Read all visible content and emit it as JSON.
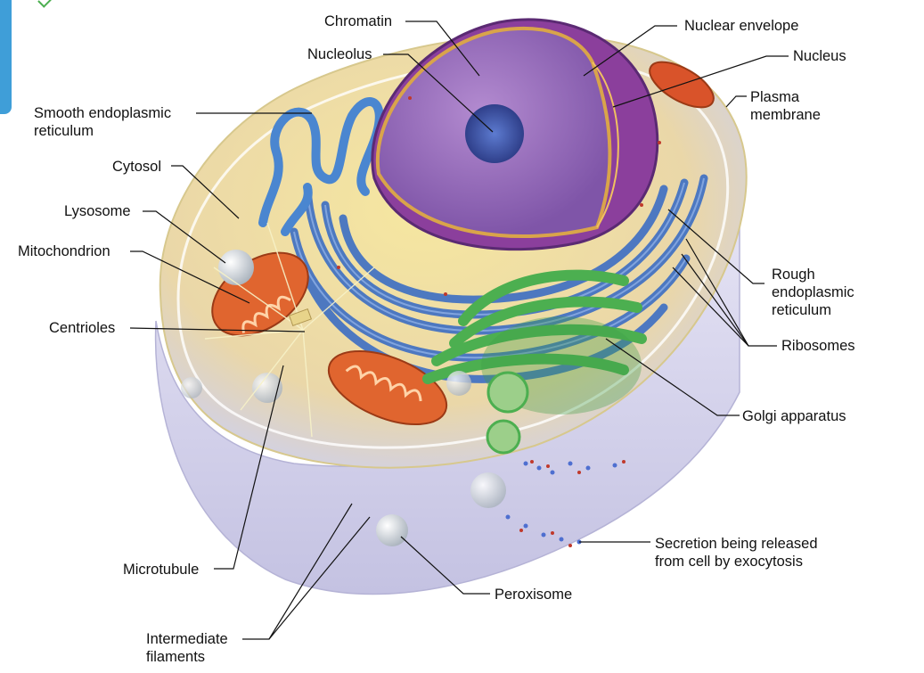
{
  "labels": {
    "chromatin": "Chromatin",
    "nuclear_envelope": "Nuclear envelope",
    "nucleolus": "Nucleolus",
    "nucleus": "Nucleus",
    "smooth_er": [
      "Smooth endoplasmic",
      "reticulum"
    ],
    "plasma_membrane": [
      "Plasma",
      "membrane"
    ],
    "cytosol": "Cytosol",
    "lysosome": "Lysosome",
    "mitochondrion": "Mitochondrion",
    "rough_er": [
      "Rough",
      "endoplasmic",
      "reticulum"
    ],
    "centrioles": "Centrioles",
    "ribosomes": "Ribosomes",
    "golgi": "Golgi apparatus",
    "secretion": [
      "Secretion being released",
      "from cell by exocytosis"
    ],
    "microtubule": "Microtubule",
    "peroxisome": "Peroxisome",
    "intermediate_filaments": [
      "Intermediate",
      "filaments"
    ]
  },
  "colors": {
    "cytosol": "#f3d77a",
    "nucleus": "#8a62b0",
    "nucleolus": "#3d56a8",
    "er": "#3c6ec4",
    "golgi": "#4caf50",
    "mitochondrion": "#e0652f",
    "membrane": "#c9c7e4",
    "ribosome": "#c0392b",
    "tab": "#3f9ed8"
  }
}
